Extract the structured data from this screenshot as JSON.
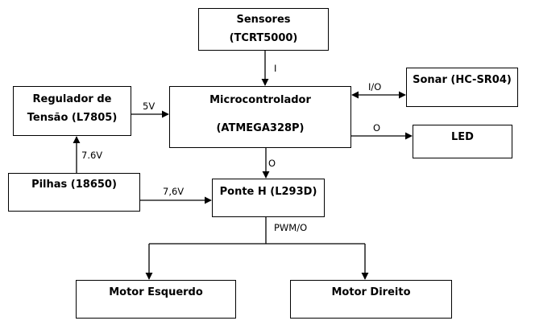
{
  "blocks": {
    "sensors": {
      "line1": "Sensores",
      "line2": "(TCRT5000)"
    },
    "microcontroller": {
      "line1": "Microcontrolador",
      "line2": "(ATMEGA328P)"
    },
    "regulator": {
      "line1": "Regulador de",
      "line2": "Tensão (L7805)"
    },
    "batteries": {
      "line1": "Pilhas (18650)"
    },
    "hbridge": {
      "line1": "Ponte H (L293D)"
    },
    "sonar": {
      "line1": "Sonar (HC-SR04)"
    },
    "led": {
      "line1": "LED"
    },
    "motor_left": {
      "line1": "Motor Esquerdo"
    },
    "motor_right": {
      "line1": "Motor Direito"
    }
  },
  "connections": {
    "sensors_to_mcu": "I",
    "regulator_to_mcu": "5V",
    "batteries_to_regulator": "7.6V",
    "batteries_to_hbridge": "7,6V",
    "mcu_sonar": "I/O",
    "mcu_to_led": "O",
    "mcu_to_hbridge": "O",
    "hbridge_to_motors": "PWM/O"
  }
}
